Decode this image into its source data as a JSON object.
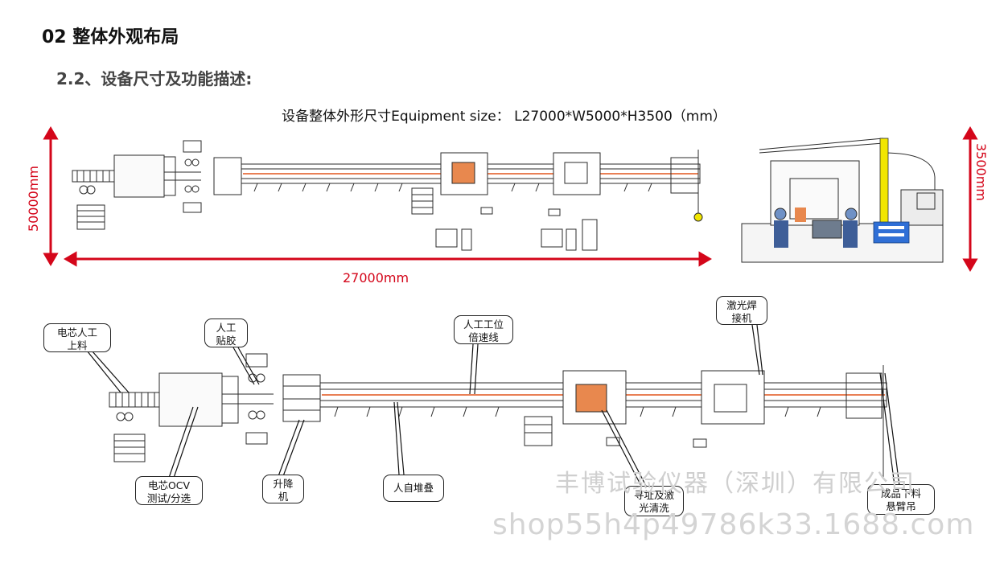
{
  "section_title": "02 整体外观布局",
  "sub_title": "2.2、设备尺寸及功能描述:",
  "equipment_size": "设备整体外形尺寸Equipment size： L27000*W5000*H3500（mm）",
  "dimensions": {
    "width_label": "50000mm",
    "length_label": "27000mm",
    "height_label": "3500mm"
  },
  "callouts": {
    "cell_loading": "电芯人工\n上料",
    "manual_gluing": "人工\n贴胶",
    "manual_station": "人工工位\n倍速线",
    "laser_welder": "激光焊\n接机",
    "ocv_test": "电芯OCV\n测试/分选",
    "lift": "升降\n机",
    "auto_stack": "人自堆叠",
    "locate_clean": "寻址及激\n光清洗",
    "unload_crane": "成品下料\n悬臂吊"
  },
  "watermark": {
    "company": "丰博试验仪器（深圳）有限公司",
    "shop": "shop55h4p49786k33.1688.com"
  },
  "colors": {
    "dimension": "#d4061a",
    "conveyor_accent": "#e2571e",
    "crane": "#f2e600",
    "frame": "#2b2b2b"
  }
}
